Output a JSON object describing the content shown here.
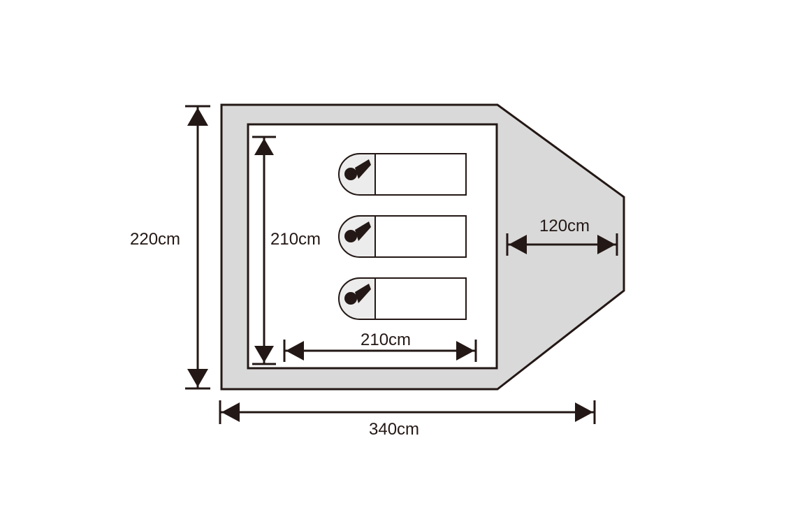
{
  "colors": {
    "line": "#231815",
    "floor": "#d9d9d9",
    "background": "#ffffff"
  },
  "dimensions": {
    "total_height": "220cm",
    "inner_height": "210cm",
    "inner_width": "210cm",
    "vestibule_depth": "120cm",
    "total_length": "340cm"
  },
  "sleeping_bags": [
    {
      "icon": "sleeping-bag-icon"
    },
    {
      "icon": "sleeping-bag-icon"
    },
    {
      "icon": "sleeping-bag-icon"
    }
  ]
}
